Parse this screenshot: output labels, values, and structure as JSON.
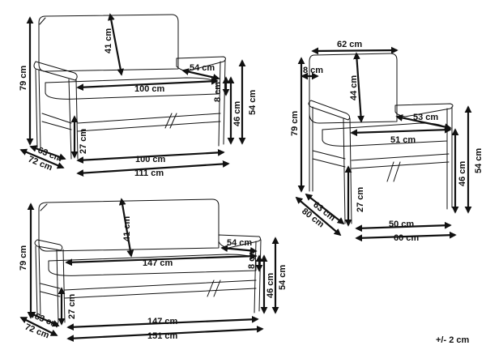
{
  "loveseat": {
    "back_height": "41 cm",
    "total_height": "79 cm",
    "arm_depth": "54 cm",
    "seat_width": "100 cm",
    "cushion": "8 cm",
    "seat_height": "46 cm",
    "arm_height": "54 cm",
    "leg_height": "27 cm",
    "seat_depth": "63 cm",
    "total_depth": "72 cm",
    "base_width": "100 cm",
    "total_width": "111 cm"
  },
  "armchair": {
    "back_width": "62 cm",
    "cushion_top": "8 cm",
    "back_height": "44 cm",
    "total_height": "79 cm",
    "arm_depth": "53 cm",
    "seat_width": "51 cm",
    "arm_height": "54 cm",
    "seat_height": "46 cm",
    "leg_height": "27 cm",
    "seat_depth": "63 cm",
    "total_depth": "80 cm",
    "base_width": "50 cm",
    "total_width": "60 cm"
  },
  "sofa": {
    "back_height": "41 cm",
    "total_height": "79 cm",
    "arm_depth": "54 cm",
    "seat_width": "147 cm",
    "cushion": "8 cm",
    "seat_height": "46 cm",
    "arm_height": "54 cm",
    "leg_height": "27 cm",
    "seat_depth": "63 cm",
    "total_depth": "72 cm",
    "base_width": "147 cm",
    "total_width": "151 cm"
  },
  "tolerance": "+/- 2 cm"
}
